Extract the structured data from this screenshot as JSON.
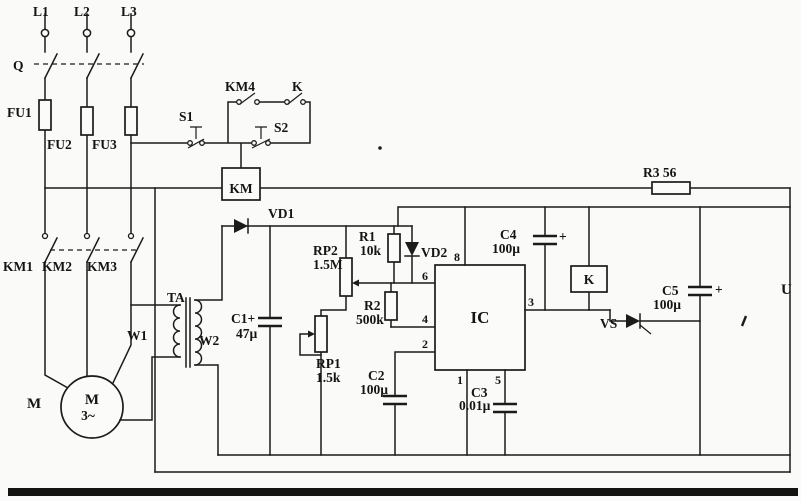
{
  "power": {
    "l1": "L1",
    "l2": "L2",
    "l3": "L3",
    "q": "Q",
    "fu1": "FU1",
    "fu2": "FU2",
    "fu3": "FU3",
    "km1": "KM1",
    "km2": "KM2",
    "km3": "KM3",
    "motor_ref": "M",
    "motor_symbol": "M",
    "motor_phases": "3~"
  },
  "control": {
    "km4": "KM4",
    "k_contact": "K",
    "s1": "S1",
    "s2": "S2",
    "km_coil": "KM"
  },
  "transformer": {
    "ta": "TA",
    "w1": "W1",
    "w2": "W2"
  },
  "electronics": {
    "vd1": "VD1",
    "c1": "C1+",
    "c1_value": "47µ",
    "rp2": "RP2",
    "rp2_value": "1.5M",
    "r1": "R1",
    "r1_value": "10k",
    "vd2": "VD2",
    "r2": "R2",
    "r2_value": "500k",
    "rp1": "RP1",
    "rp1_value": "1.5k",
    "c2": "C2",
    "c2_value": "100µ",
    "ic": "IC",
    "pin1": "1",
    "pin2": "2",
    "pin3": "3",
    "pin4": "4",
    "pin5": "5",
    "pin6": "6",
    "pin8": "8",
    "c3": "C3",
    "c3_value": "0.01µ",
    "c4": "C4",
    "c4_value": "100µ",
    "c4_plus": "+",
    "k_coil": "K",
    "vs": "VS",
    "c5": "C5",
    "c5_value": "100µ",
    "c5_plus": "+",
    "r3": "R3 56",
    "u": "U"
  }
}
